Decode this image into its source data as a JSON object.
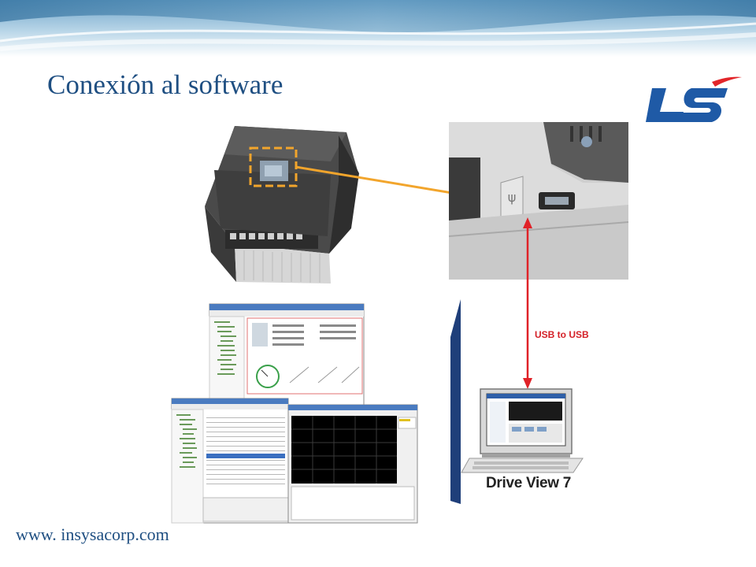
{
  "slide": {
    "title": "Conexión al software",
    "footer_url": "www. insysacorp.com"
  },
  "logo": {
    "text": "LS",
    "color": "#1f5aa6",
    "accent": "#e2262a"
  },
  "diagram": {
    "connection_label": "USB to USB",
    "pc_caption": "Drive View 7",
    "colors": {
      "highlight": "#f2a52c",
      "connection": "#e02228",
      "accent_blue": "#1f4f82"
    }
  }
}
